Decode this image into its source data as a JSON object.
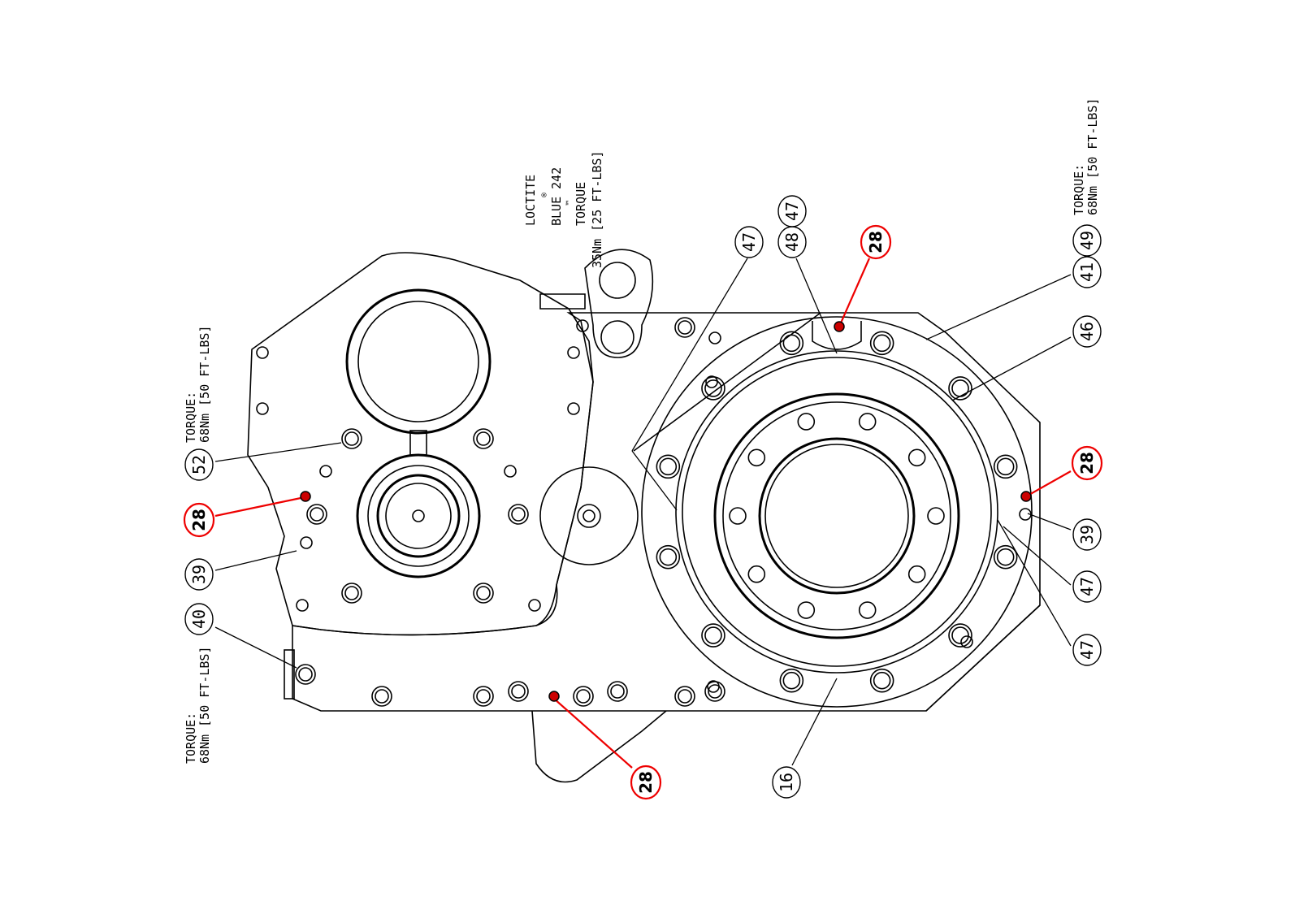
{
  "notes": {
    "torque_left_top": {
      "line1": "TORQUE:",
      "line2": "68Nm [50 FT-LBS]"
    },
    "torque_left_bottom": {
      "line1": "TORQUE:",
      "line2": "68Nm [50 FT-LBS]"
    },
    "torque_right_top": {
      "line1": "TORQUE:",
      "line2": "68Nm [50 FT-LBS]"
    },
    "loctite": {
      "line1": "LOCTITE",
      "line2": "®",
      "line3": "BLUE 242",
      "line4": "™",
      "line5": "TORQUE",
      "line6": "35Nm [25 FT-LBS]"
    }
  },
  "balloons": {
    "b47a": "47",
    "b48": "48",
    "b47b": "47",
    "b28top": "28",
    "b41": "41",
    "b49": "49",
    "b46": "46",
    "b28right": "28",
    "b39right": "39",
    "b47c": "47",
    "b47d": "47",
    "b16": "16",
    "b28bottom": "28",
    "b40": "40",
    "b39left": "39",
    "b28left": "28",
    "b52": "52"
  },
  "colors": {
    "highlight": "#e00000",
    "line": "#000000"
  }
}
